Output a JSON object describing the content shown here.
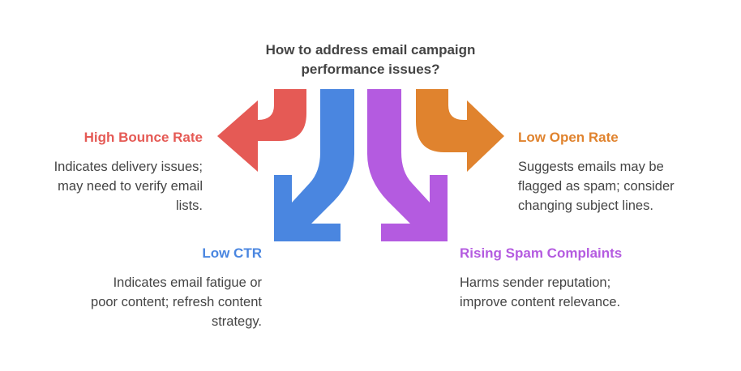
{
  "title": {
    "line1": "How to address email campaign",
    "line2": "performance issues?"
  },
  "items": [
    {
      "heading": "High Bounce Rate",
      "desc": [
        "Indicates delivery issues;",
        "may need to verify email",
        "lists."
      ],
      "color": "#e55a55"
    },
    {
      "heading": "Low CTR",
      "desc": [
        "Indicates email fatigue or",
        "poor content; refresh content",
        "strategy."
      ],
      "color": "#4a86e0"
    },
    {
      "heading": "Rising Spam Complaints",
      "desc": [
        "Harms sender reputation;",
        "improve content relevance."
      ],
      "color": "#b45be0"
    },
    {
      "heading": "Low Open Rate",
      "desc": [
        "Suggests emails may be",
        "flagged as spam; consider",
        "changing subject lines."
      ],
      "color": "#e0832e"
    }
  ]
}
